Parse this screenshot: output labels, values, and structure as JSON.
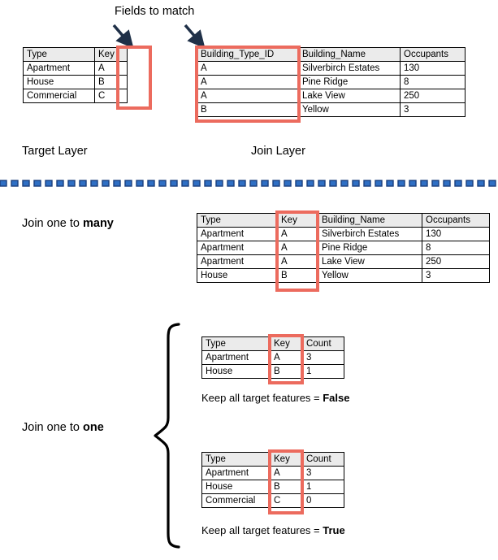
{
  "diagram": {
    "title_annotation": "Fields to match",
    "target_layer_label": "Target Layer",
    "join_layer_label": "Join Layer",
    "join_many_label_prefix": "Join one to ",
    "join_many_label_bold": "many",
    "join_one_label_prefix": "Join one to ",
    "join_one_label_bold": "one",
    "keep_false_prefix": "Keep all target features = ",
    "keep_false_bold": "False",
    "keep_true_prefix": "Keep all target features = ",
    "keep_true_bold": "True"
  },
  "colors": {
    "highlight": "#ec6b5e",
    "header_bg": "#ebebeb",
    "arrow": "#1f3048",
    "divider_blue": "#2f6fc4",
    "divider_dark": "#1b3f7d",
    "border": "#000000"
  },
  "target_table": {
    "headers": [
      "Type",
      "Key"
    ],
    "rows": [
      [
        "Apartment",
        "A"
      ],
      [
        "House",
        "B"
      ],
      [
        "Commercial",
        "C"
      ]
    ]
  },
  "join_table": {
    "headers": [
      "Building_Type_ID",
      "Building_Name",
      "Occupants"
    ],
    "rows": [
      [
        "A",
        "Silverbirch Estates",
        "130"
      ],
      [
        "A",
        "Pine Ridge",
        "8"
      ],
      [
        "A",
        "Lake View",
        "250"
      ],
      [
        "B",
        "Yellow",
        "3"
      ]
    ]
  },
  "one_to_many_table": {
    "headers": [
      "Type",
      "Key",
      "Building_Name",
      "Occupants"
    ],
    "rows": [
      [
        "Apartment",
        "A",
        "Silverbirch Estates",
        "130"
      ],
      [
        "Apartment",
        "A",
        "Pine Ridge",
        "8"
      ],
      [
        "Apartment",
        "A",
        "Lake View",
        "250"
      ],
      [
        "House",
        "B",
        "Yellow",
        "3"
      ]
    ]
  },
  "one_to_one_false_table": {
    "headers": [
      "Type",
      "Key",
      "Count"
    ],
    "rows": [
      [
        "Apartment",
        "A",
        "3"
      ],
      [
        "House",
        "B",
        "1"
      ]
    ]
  },
  "one_to_one_true_table": {
    "headers": [
      "Type",
      "Key",
      "Count"
    ],
    "rows": [
      [
        "Apartment",
        "A",
        "3"
      ],
      [
        "House",
        "B",
        "1"
      ],
      [
        "Commercial",
        "C",
        "0"
      ]
    ]
  },
  "icons": {
    "arrow_left": "arrow-down-right-icon",
    "arrow_right": "arrow-down-right-icon",
    "brace": "curly-brace-icon",
    "divider": "decorative-dashed-divider-icon"
  }
}
